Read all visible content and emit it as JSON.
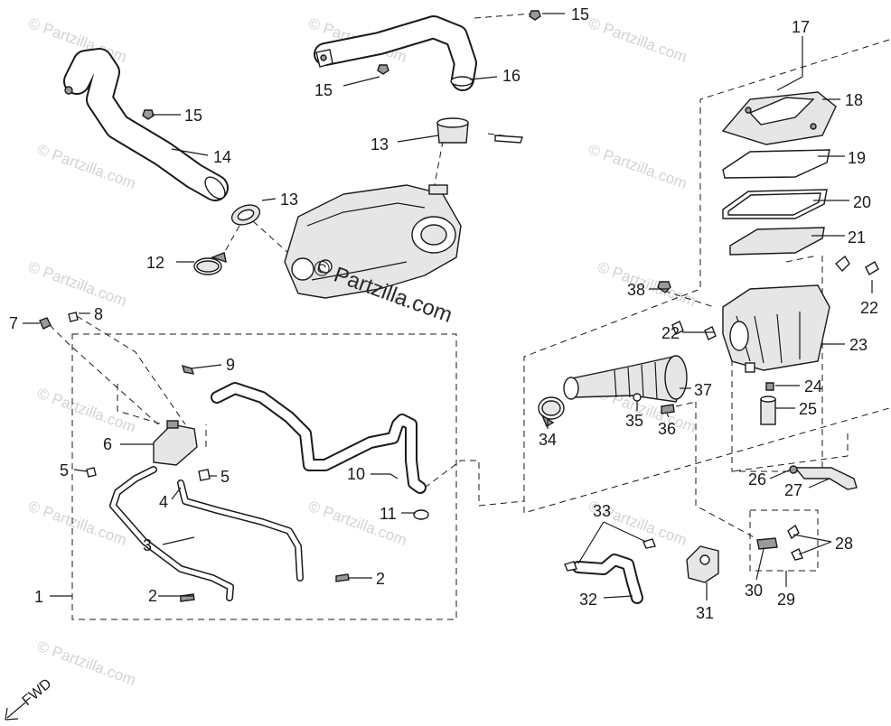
{
  "watermarks": [
    "© Partzilla.com",
    "© Partzilla.com",
    "© Partzilla.com",
    "© Partzilla.com",
    "© Partzilla.com",
    "© Partzilla.com",
    "© Partzilla.com",
    "© Partzilla.com",
    "© Partzilla.com",
    "© Partzilla.com",
    "© Partzilla.com",
    "© Partzilla.com",
    "© Partzilla.com",
    "© Partzilla.com"
  ],
  "center_watermark": "© Partzilla.com",
  "direction_label": "FWD",
  "callouts": [
    "15",
    "16",
    "15",
    "15",
    "14",
    "13",
    "13",
    "12",
    "17",
    "18",
    "19",
    "20",
    "21",
    "22",
    "38",
    "22",
    "23",
    "24",
    "25",
    "37",
    "34",
    "35",
    "36",
    "7",
    "8",
    "9",
    "6",
    "5",
    "5",
    "4",
    "10",
    "11",
    "3",
    "2",
    "2",
    "1",
    "26",
    "27",
    "28",
    "33",
    "32",
    "31",
    "30",
    "29"
  ]
}
